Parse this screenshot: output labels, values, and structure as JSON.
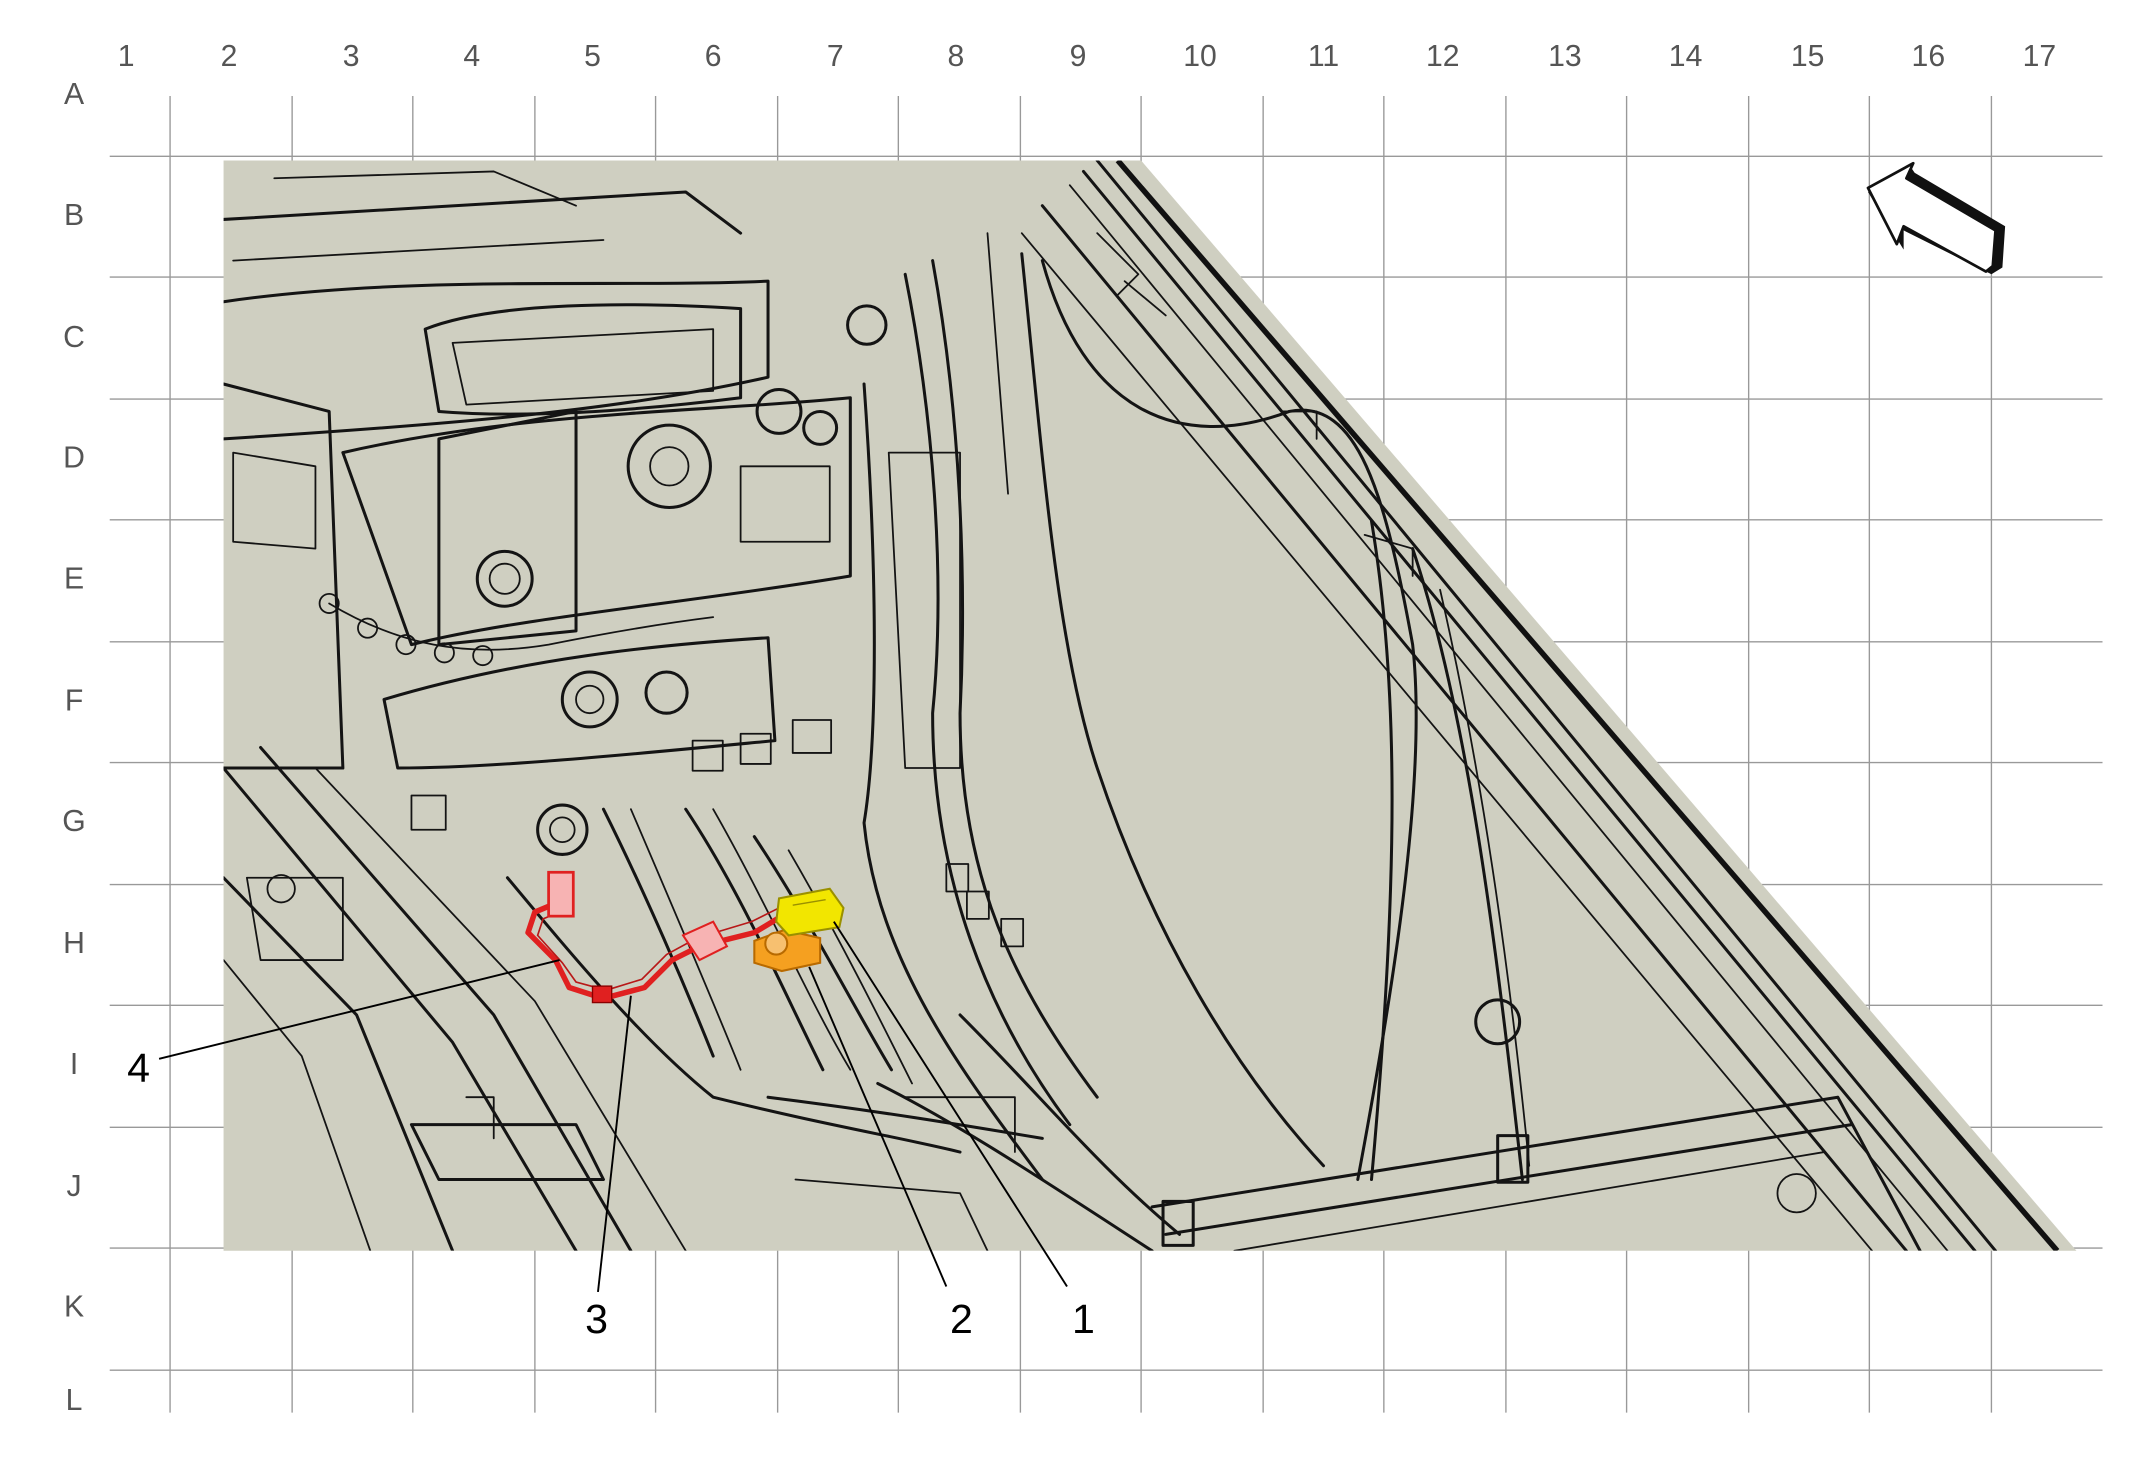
{
  "columns": [
    "1",
    "2",
    "3",
    "4",
    "5",
    "6",
    "7",
    "8",
    "9",
    "10",
    "11",
    "12",
    "13",
    "14",
    "15",
    "16",
    "17"
  ],
  "rows": [
    "A",
    "B",
    "C",
    "D",
    "E",
    "F",
    "G",
    "H",
    "I",
    "J",
    "K",
    "L"
  ],
  "callouts": [
    {
      "label": "1",
      "component": "yellow"
    },
    {
      "label": "2",
      "component": "orange"
    },
    {
      "label": "3",
      "component": "red-connector"
    },
    {
      "label": "4",
      "component": "red-harness"
    }
  ],
  "colors": {
    "panel": "#cfcfc1",
    "line": "#141414",
    "grid": "#999999",
    "component_yellow": "#f2e600",
    "component_orange": "#f5a020",
    "harness_red": "#e02020"
  },
  "icons": [
    "direction-arrow-icon"
  ]
}
